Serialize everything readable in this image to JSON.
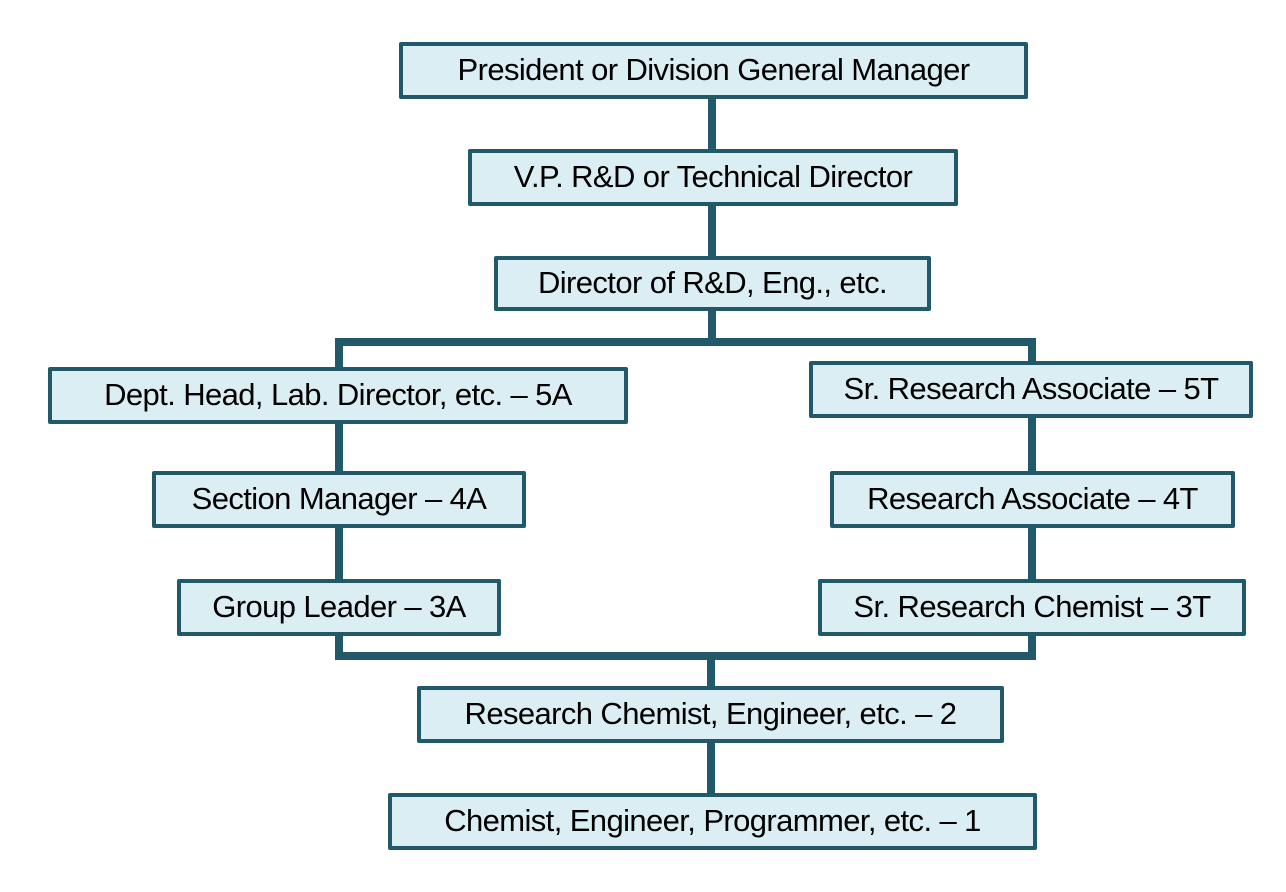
{
  "diagram_type": "org-chart",
  "colors": {
    "background": "#ffffff",
    "box_fill": "#daeef3",
    "box_border": "#215968",
    "connector": "#215968",
    "text": "#000000"
  },
  "nodes": [
    {
      "id": "president",
      "label": "President or Division General Manager"
    },
    {
      "id": "vp-rd",
      "label": "V.P. R&D or Technical Director"
    },
    {
      "id": "director-rd",
      "label": "Director of R&D, Eng., etc."
    },
    {
      "id": "dept-head-5a",
      "label": "Dept. Head, Lab. Director, etc. – 5A"
    },
    {
      "id": "sr-research-associate-5t",
      "label": "Sr. Research Associate – 5T"
    },
    {
      "id": "section-manager-4a",
      "label": "Section Manager – 4A"
    },
    {
      "id": "research-associate-4t",
      "label": "Research Associate – 4T"
    },
    {
      "id": "group-leader-3a",
      "label": "Group Leader – 3A"
    },
    {
      "id": "sr-research-chemist-3t",
      "label": "Sr. Research Chemist – 3T"
    },
    {
      "id": "research-chemist-2",
      "label": "Research Chemist, Engineer, etc. – 2"
    },
    {
      "id": "chemist-1",
      "label": "Chemist, Engineer, Programmer, etc. – 1"
    }
  ],
  "edges": [
    {
      "from": "president",
      "to": "vp-rd"
    },
    {
      "from": "vp-rd",
      "to": "director-rd"
    },
    {
      "from": "director-rd",
      "to": "dept-head-5a"
    },
    {
      "from": "director-rd",
      "to": "sr-research-associate-5t"
    },
    {
      "from": "dept-head-5a",
      "to": "section-manager-4a"
    },
    {
      "from": "section-manager-4a",
      "to": "group-leader-3a"
    },
    {
      "from": "sr-research-associate-5t",
      "to": "research-associate-4t"
    },
    {
      "from": "research-associate-4t",
      "to": "sr-research-chemist-3t"
    },
    {
      "from": "group-leader-3a",
      "to": "research-chemist-2"
    },
    {
      "from": "sr-research-chemist-3t",
      "to": "research-chemist-2"
    },
    {
      "from": "research-chemist-2",
      "to": "chemist-1"
    }
  ]
}
